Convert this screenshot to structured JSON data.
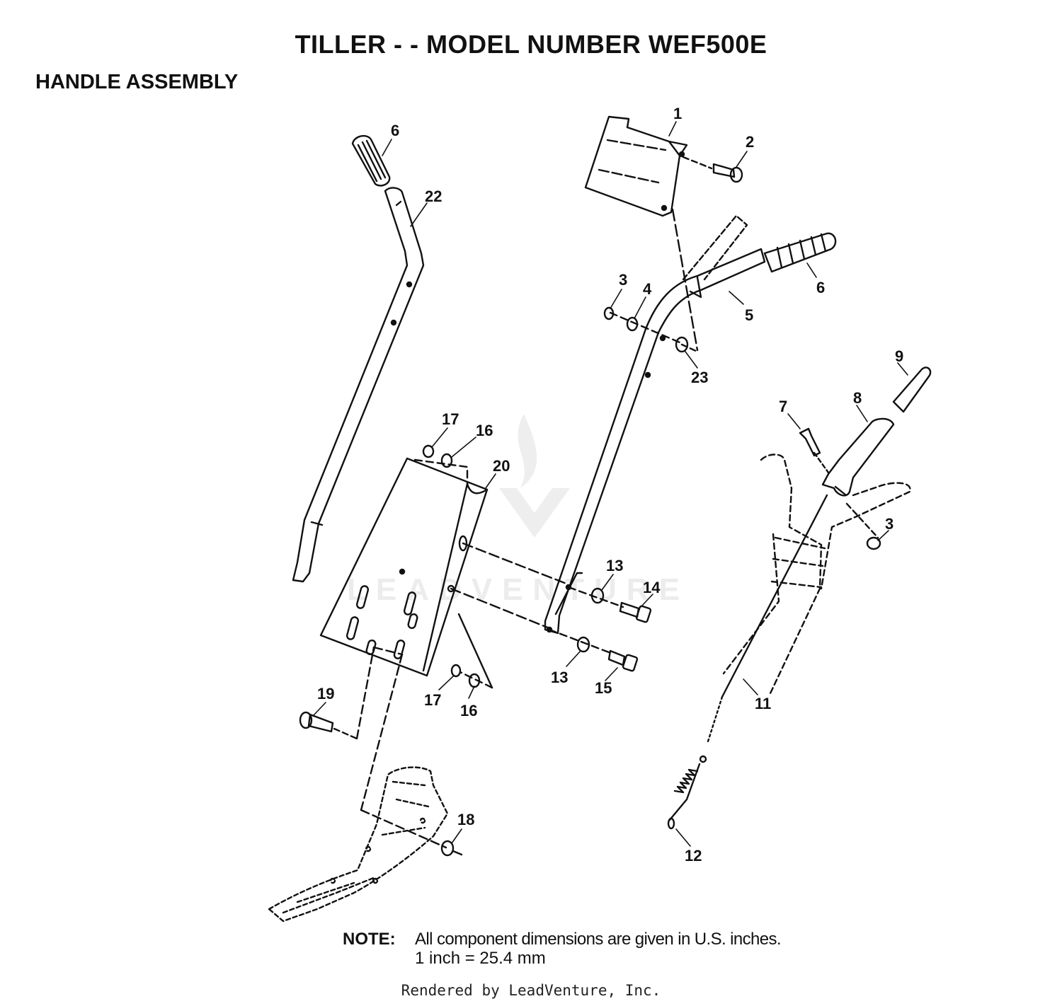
{
  "title": "TILLER - - MODEL NUMBER WEF500E",
  "section": "HANDLE ASSEMBLY",
  "watermark": "LEADVENTURE",
  "callouts": [
    {
      "id": "c1",
      "label": "1"
    },
    {
      "id": "c2",
      "label": "2"
    },
    {
      "id": "c3a",
      "label": "3"
    },
    {
      "id": "c4",
      "label": "4"
    },
    {
      "id": "c5",
      "label": "5"
    },
    {
      "id": "c6a",
      "label": "6"
    },
    {
      "id": "c6b",
      "label": "6"
    },
    {
      "id": "c22",
      "label": "22"
    },
    {
      "id": "c23",
      "label": "23"
    },
    {
      "id": "c9",
      "label": "9"
    },
    {
      "id": "c8",
      "label": "8"
    },
    {
      "id": "c7",
      "label": "7"
    },
    {
      "id": "c3b",
      "label": "3"
    },
    {
      "id": "c17a",
      "label": "17"
    },
    {
      "id": "c16a",
      "label": "16"
    },
    {
      "id": "c20",
      "label": "20"
    },
    {
      "id": "c13a",
      "label": "13"
    },
    {
      "id": "c14",
      "label": "14"
    },
    {
      "id": "c13b",
      "label": "13"
    },
    {
      "id": "c15",
      "label": "15"
    },
    {
      "id": "c17b",
      "label": "17"
    },
    {
      "id": "c16b",
      "label": "16"
    },
    {
      "id": "c19",
      "label": "19"
    },
    {
      "id": "c11",
      "label": "11"
    },
    {
      "id": "c18",
      "label": "18"
    },
    {
      "id": "c12",
      "label": "12"
    }
  ],
  "note": {
    "label": "NOTE:",
    "line1": "All component dimensions are given in U.S. inches.",
    "line2": "1 inch = 25.4 mm"
  },
  "footer": "Rendered by LeadVenture, Inc."
}
